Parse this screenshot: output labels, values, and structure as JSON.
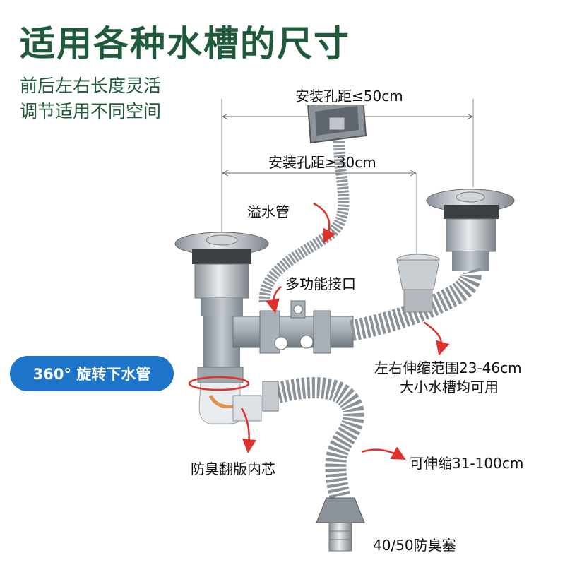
{
  "heading": {
    "title": "适用各种水槽的尺寸",
    "subtitle_line1": "前后左右长度灵活",
    "subtitle_line2": "调节适用不同空间"
  },
  "dimensions": {
    "outer_spacing": "安装孔距≤50cm",
    "inner_spacing": "安装孔距≥30cm"
  },
  "callouts": {
    "overflow_pipe": "溢水管",
    "multi_interface": "多功能接口",
    "rotate_badge": "360° 旋转下水管",
    "telescopic_range_line1": "左右伸缩范围23-46cm",
    "telescopic_range_line2": "大小水槽均可用",
    "anti_odor_core": "防臭翻版内芯",
    "extendable": "可伸缩31-100cm",
    "odor_plug": "40/50防臭塞"
  },
  "colors": {
    "title_green": "#1f5a3a",
    "badge_blue": "#1d74c9",
    "arrow_red": "#e0312b",
    "pipe_gray": "#9aa2aa"
  }
}
